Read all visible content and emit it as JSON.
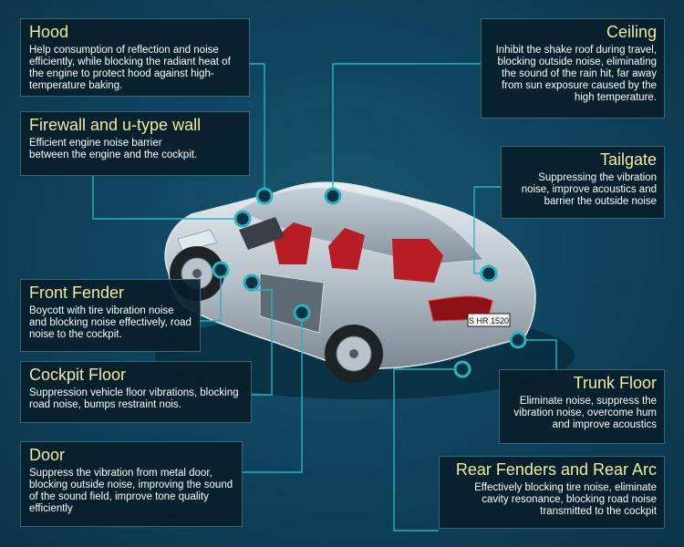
{
  "sections": {
    "hood": {
      "title": "Hood",
      "desc": "Help consumption of reflection and noise efficiently, while blocking the radiant heat of the engine to protect hood against high-temperature baking."
    },
    "firewall": {
      "title": "Firewall and u-type wall",
      "desc": "Efficient engine noise barrier between the engine and the cockpit."
    },
    "front_fender": {
      "title": "Front Fender",
      "desc": "Boycott with tire vibration noise and blocking noise effectively, road noise to the cockpit."
    },
    "cockpit_floor": {
      "title": "Cockpit Floor",
      "desc": "Suppression vehicle floor vibrations, blocking road noise, bumps restraint nois."
    },
    "door": {
      "title": "Door",
      "desc": "Suppress the vibration from metal door, blocking outside noise, improving the sound of the sound field, improve tone quality efficiently"
    },
    "ceiling": {
      "title": "Ceiling",
      "desc": "Inhibit the shake roof during travel, blocking outside noise, eliminating the sound of the rain hit, far away from sun exposure caused by the high temperature."
    },
    "tailgate": {
      "title": "Tailgate",
      "desc": "Suppressing the vibration noise, improve acoustics and barrier the outside noise"
    },
    "trunk_floor": {
      "title": "Trunk Floor",
      "desc": "Eliminate noise, suppress the vibration noise, overcome hum and improve acoustics"
    },
    "rear_fenders": {
      "title": "Rear Fenders and Rear Arc",
      "desc": "Effectively blocking tire noise, eliminate cavity resonance, blocking road noise transmitted to the cockpit"
    }
  },
  "car": {
    "license_plate": "S HR 1520"
  },
  "colors": {
    "background": "#0c3b4f",
    "title": "#f3e9a0",
    "connector": "#2ab3bf",
    "seat_red": "#b81c24"
  }
}
